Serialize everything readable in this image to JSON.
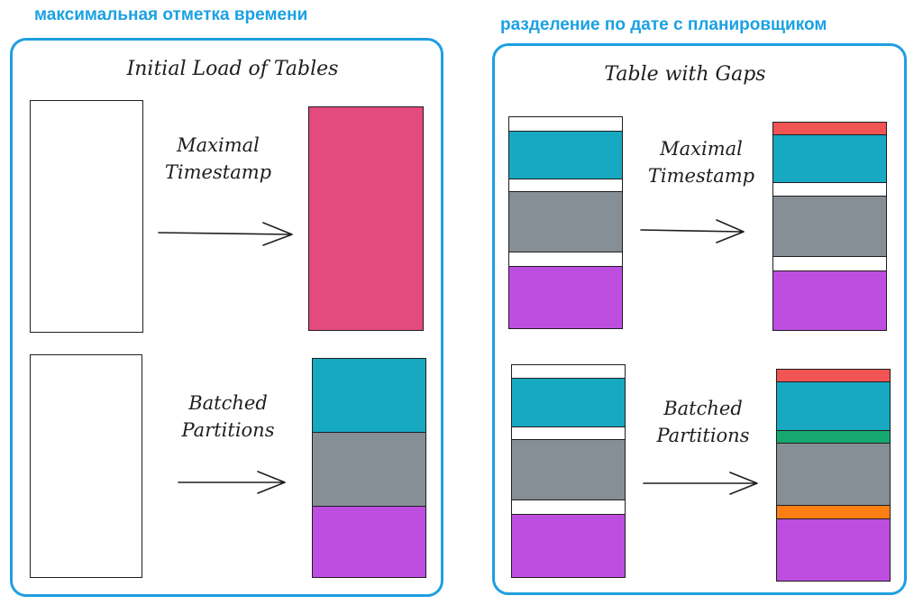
{
  "headers": {
    "left": "максимальная отметка времени",
    "right": "разделение по дате с планировщиком"
  },
  "left_panel": {
    "title": "Initial Load of Tables",
    "top_label_line1": "Maximal",
    "top_label_line2": "Timestamp",
    "bottom_label_line1": "Batched",
    "bottom_label_line2": "Partitions"
  },
  "right_panel": {
    "title": "Table with Gaps",
    "top_label_line1": "Maximal",
    "top_label_line2": "Timestamp",
    "bottom_label_line1": "Batched",
    "bottom_label_line2": "Partitions"
  },
  "colors": {
    "frame": "#1f9fe0",
    "header_text": "#1ba1e2",
    "pink": "#e34a7e",
    "teal": "#17a8c2",
    "gray": "#868e96",
    "purple": "#be4ee0",
    "red": "#f05454",
    "green": "#15a870",
    "orange": "#fd7e14",
    "white": "#ffffff"
  }
}
